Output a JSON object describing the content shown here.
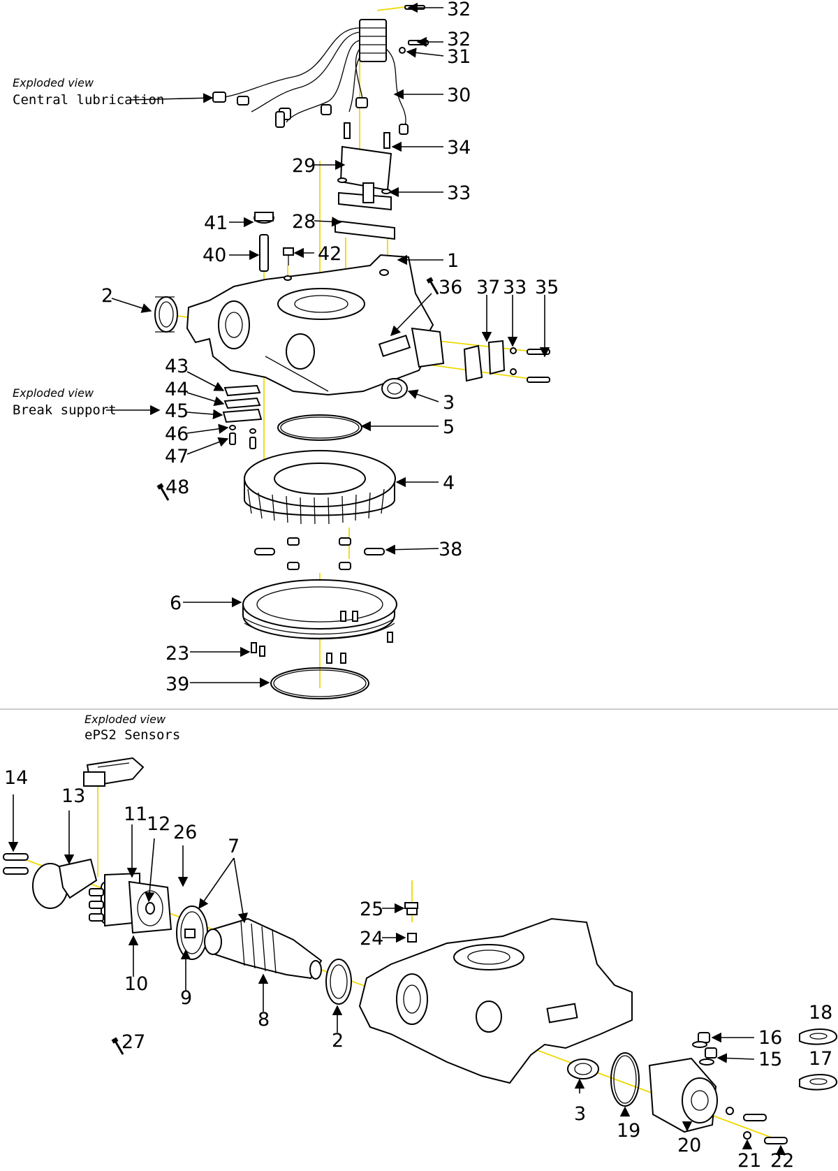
{
  "colors": {
    "axis": "#f0d800",
    "ink": "#000000",
    "divider": "#999999"
  },
  "upper": {
    "captions": {
      "lube_top": "Exploded view",
      "lube_bottom": "Central lubrication",
      "brake_top": "Exploded view",
      "brake_bottom": "Break support"
    },
    "labels": {
      "l32a": "32",
      "l32b": "32",
      "l31": "31",
      "l30": "30",
      "l34": "34",
      "l29": "29",
      "l33a": "33",
      "l28": "28",
      "l41": "41",
      "l40": "40",
      "l42": "42",
      "l1": "1",
      "l2": "2",
      "l36": "36",
      "l37": "37",
      "l33b": "33",
      "l35": "35",
      "l43": "43",
      "l44": "44",
      "l45": "45",
      "l46": "46",
      "l47": "47",
      "l3": "3",
      "l5": "5",
      "l48": "48",
      "l4": "4",
      "l38": "38",
      "l6": "6",
      "l23": "23",
      "l39": "39"
    }
  },
  "lower": {
    "captions": {
      "sens_top": "Exploded view",
      "sens_bottom": "ePS2 Sensors"
    },
    "labels": {
      "l14": "14",
      "l13": "13",
      "l11": "11",
      "l12": "12",
      "l26": "26",
      "l7": "7",
      "l25": "25",
      "l24": "24",
      "l10": "10",
      "l9": "9",
      "l8": "8",
      "l2": "2",
      "l27": "27",
      "l18": "18",
      "l16": "16",
      "l15": "15",
      "l17": "17",
      "l3": "3",
      "l19": "19",
      "l20": "20",
      "l21": "21",
      "l22": "22"
    }
  },
  "icons": {
    "wrench_36": "wrench-icon",
    "wrench_48": "wrench-icon",
    "wrench_27": "wrench-icon"
  }
}
